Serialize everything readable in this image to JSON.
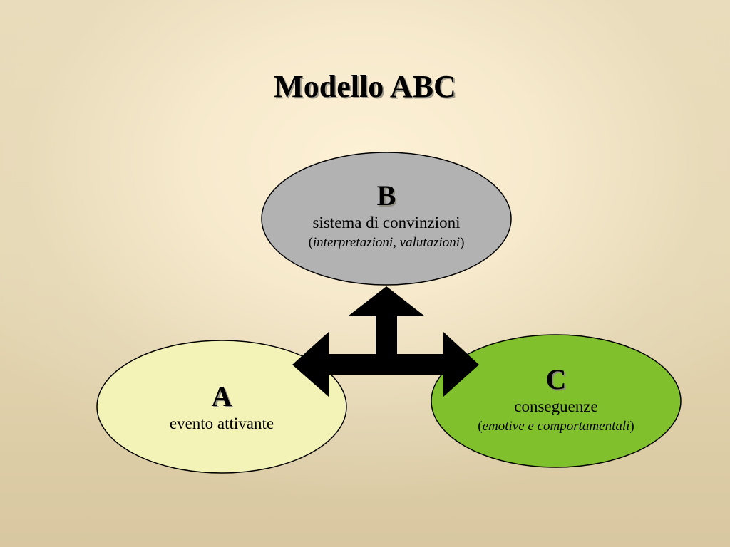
{
  "title": "Modello ABC",
  "nodes": {
    "b": {
      "letter": "B",
      "description": "sistema di convinzioni",
      "detail": "interpretazioni, valutazioni",
      "color": "#b2b2b2"
    },
    "a": {
      "letter": "A",
      "description": "evento attivante",
      "color": "#f3f3b8"
    },
    "c": {
      "letter": "C",
      "description": "conseguenze",
      "detail": "emotive e comportamentali",
      "color": "#7fc02c"
    }
  },
  "connector_color": "#000000"
}
